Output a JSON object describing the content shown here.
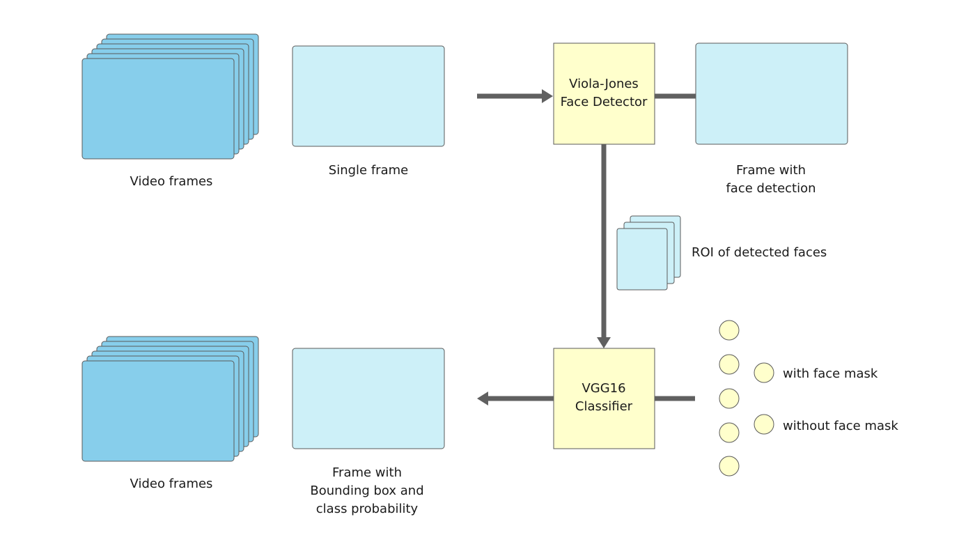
{
  "labels": {
    "video_frames_in": "Video frames",
    "single_frame": "Single frame",
    "face_detector_line1": "Viola-Jones",
    "face_detector_line2": "Face Detector",
    "frame_detection_line1": "Frame with",
    "frame_detection_line2": "face detection",
    "roi": "ROI of detected faces",
    "classifier_line1": "VGG16",
    "classifier_line2": "Classifier",
    "legend_with_mask": "with face mask",
    "legend_without_mask": "without face mask",
    "output_frame_line1": "Frame with",
    "output_frame_line2": "Bounding box and",
    "output_frame_line3": "class probability",
    "video_frames_out": "Video frames"
  },
  "colors": {
    "frame_dark": "#87CEEB",
    "frame_light": "#CDF0F8",
    "node_fill": "#FFFFCC",
    "arrow": "#606060",
    "outline": "#5A5A5A"
  }
}
